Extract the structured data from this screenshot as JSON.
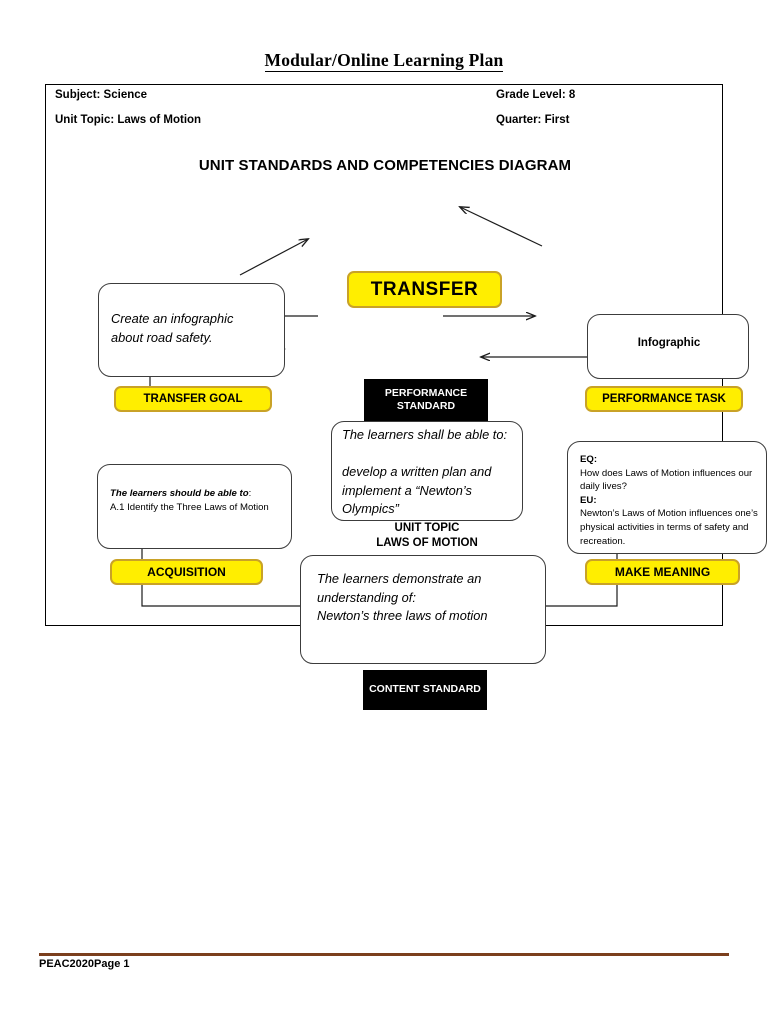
{
  "document": {
    "title": "Modular/Online Learning Plan",
    "meta": {
      "subject": "Subject: Science",
      "grade_level": "Grade Level: 8",
      "unit_topic": "Unit Topic: Laws of Motion",
      "quarter": "Quarter: First"
    },
    "footer": {
      "text": "PEAC2020Page 1",
      "rule_color": "#7b3f1d"
    }
  },
  "diagram": {
    "heading": "UNIT STANDARDS AND COMPETENCIES DIAGRAM",
    "colors": {
      "yellow_fill": "#ffee00",
      "yellow_border": "#c9a227",
      "black_fill": "#000000",
      "box_border": "#3c3c3c"
    },
    "nodes": {
      "transfer": "TRANSFER",
      "transfer_goal": "TRANSFER GOAL",
      "performance_task": "PERFORMANCE TASK",
      "acquisition": "ACQUISITION",
      "make_meaning": "MAKE MEANING",
      "performance_standard": "PERFORMANCE STANDARD",
      "content_standard": "CONTENT STANDARD",
      "infographic": "Infographic",
      "unit_topic_caption_line1": "UNIT TOPIC",
      "unit_topic_caption_line2": "LAWS OF MOTION"
    },
    "road_safety_box": {
      "line1": "Create an infographic",
      "line2": "about road safety."
    },
    "acquisition_box": {
      "lead": "The learners should be able to",
      "lead_suffix": ":",
      "body": "A.1 Identify the Three Laws of Motion"
    },
    "center_box": {
      "line1": "The learners shall be able to:",
      "line2": "develop a written plan and implement a “Newton’s Olympics”"
    },
    "eq_eu_box": {
      "eq_label": "EQ:",
      "eq_text": " How does Laws of Motion influences our daily lives?",
      "eu_label": "EU:",
      "eu_text": "Newton’s Laws of Motion influences one’s physical activities in terms of safety and recreation."
    },
    "understanding_box": {
      "line1": "The learners demonstrate an understanding of:",
      "line2": "Newton’s three laws of motion"
    }
  }
}
